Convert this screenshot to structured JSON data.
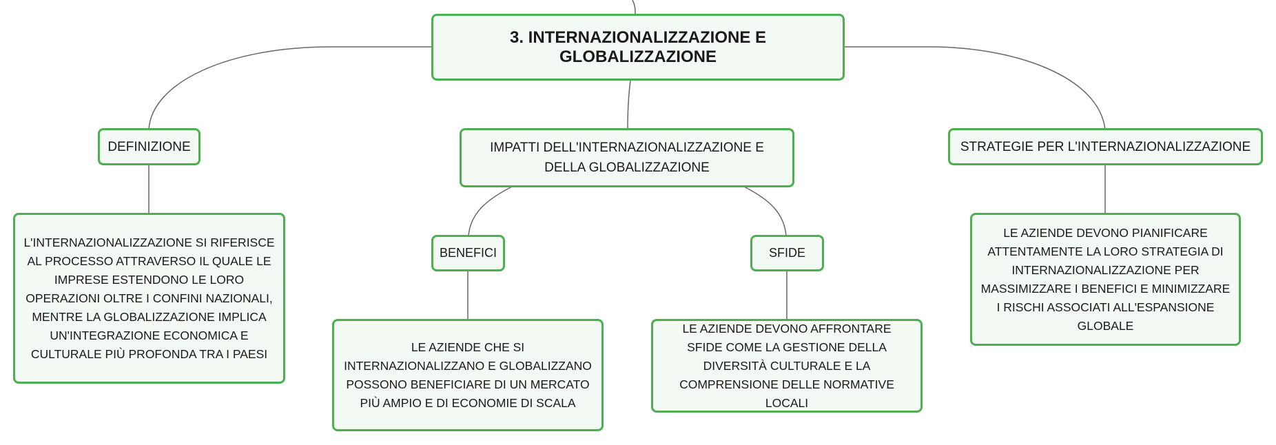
{
  "map": {
    "root": "3. INTERNAZIONALIZZAZIONE E GLOBALIZZAZIONE",
    "branches": [
      {
        "title": "DEFINIZIONE",
        "detail": "L'INTERNAZIONALIZZAZIONE SI RIFERISCE AL PROCESSO ATTRAVERSO IL QUALE LE IMPRESE ESTENDONO LE LORO OPERAZIONI OLTRE I CONFINI NAZIONALI, MENTRE LA GLOBALIZZAZIONE IMPLICA UN'INTEGRAZIONE ECONOMICA E CULTURALE PIÙ PROFONDA TRA I PAESI"
      },
      {
        "title": "IMPATTI DELL'INTERNAZIONALIZZAZIONE E DELLA GLOBALIZZAZIONE",
        "children": [
          {
            "title": "BENEFICI",
            "detail": "LE AZIENDE CHE SI INTERNAZIONALIZZANO E GLOBALIZZANO POSSONO BENEFICIARE DI UN MERCATO PIÙ AMPIO E DI ECONOMIE DI SCALA"
          },
          {
            "title": "SFIDE",
            "detail": "LE AZIENDE DEVONO AFFRONTARE SFIDE COME LA GESTIONE DELLA DIVERSITÀ CULTURALE E LA COMPRENSIONE DELLE NORMATIVE LOCALI"
          }
        ]
      },
      {
        "title": "STRATEGIE PER L'INTERNAZIONALIZZAZIONE",
        "detail": "LE AZIENDE DEVONO PIANIFICARE ATTENTAMENTE LA LORO STRATEGIA DI INTERNAZIONALIZZAZIONE PER MASSIMIZZARE I BENEFICI E MINIMIZZARE I RISCHI ASSOCIATI ALL'ESPANSIONE GLOBALE"
      }
    ]
  },
  "colors": {
    "border": "#4caf50",
    "fill": "#f3faf4",
    "connector": "#666666"
  }
}
